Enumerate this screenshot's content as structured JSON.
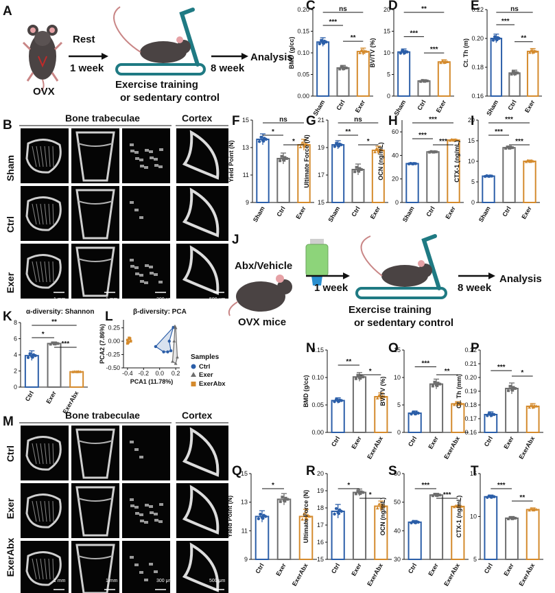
{
  "panels": {
    "A": {
      "letter": "A",
      "surgery": "OVX",
      "rest": "Rest",
      "rest_time": "1 week",
      "train1": "Exercise training",
      "train2": "or sedentary control",
      "duration": "8 week",
      "outcome": "Analysis"
    },
    "B": {
      "letter": "B",
      "trab_header": "Bone trabeculae",
      "cortex_header": "Cortex",
      "rows": [
        "Sham",
        "Ctrl",
        "Exer"
      ],
      "scale": [
        "1 mm",
        "1 mm",
        "300 μm",
        "500 μm"
      ]
    },
    "J": {
      "letter": "J",
      "treatment": "Abx/Vehicle",
      "subject": "OVX mice",
      "rest_time": "1 week",
      "train1": "Exercise training",
      "train2": "or sedentary control",
      "duration": "8 week",
      "outcome": "Analysis"
    },
    "K": {
      "letter": "K",
      "title": "α-diversity: Shannon"
    },
    "L": {
      "letter": "L",
      "title": "β-diversity: PCA",
      "legend_title": "Samples",
      "legend": [
        "Ctrl",
        "Exer",
        "ExerAbx"
      ]
    },
    "M": {
      "letter": "M",
      "trab_header": "Bone trabeculae",
      "cortex_header": "Cortex",
      "rows": [
        "Ctrl",
        "Exer",
        "ExerAbx"
      ],
      "scale": [
        "1 mm",
        "1 mm",
        "300 μm",
        "500 μm"
      ]
    }
  },
  "colors": {
    "blue": "#2b5ea8",
    "gray": "#6d6d6d",
    "orange": "#d48a2c",
    "track": "#1f7a83"
  },
  "chart_data": [
    {
      "id": "C",
      "type": "bar",
      "ylabel": "BMD (g/cc)",
      "categories": [
        "Sham",
        "Ctrl",
        "Exer"
      ],
      "values": [
        0.125,
        0.065,
        0.103
      ],
      "errors": [
        0.01,
        0.006,
        0.008
      ],
      "ylim": [
        0,
        0.2
      ],
      "yticks": [
        "0.00",
        "0.05",
        "0.10",
        "0.15",
        "0.20"
      ],
      "sig": [
        {
          "a": 0,
          "b": 1,
          "t": "***"
        },
        {
          "a": 1,
          "b": 2,
          "t": "**"
        },
        {
          "a": 0,
          "b": 2,
          "t": "ns"
        }
      ]
    },
    {
      "id": "D",
      "type": "bar",
      "ylabel": "BV/TV (%)",
      "categories": [
        "Sham",
        "Ctrl",
        "Exer"
      ],
      "values": [
        10.2,
        3.5,
        7.9
      ],
      "errors": [
        0.7,
        0.3,
        0.5
      ],
      "ylim": [
        0,
        20
      ],
      "yticks": [
        "0",
        "5",
        "10",
        "15",
        "20"
      ],
      "sig": [
        {
          "a": 0,
          "b": 1,
          "t": "***"
        },
        {
          "a": 1,
          "b": 2,
          "t": "***"
        },
        {
          "a": 0,
          "b": 2,
          "t": "**"
        }
      ]
    },
    {
      "id": "E",
      "type": "bar",
      "ylabel": "Ct. Th (m)",
      "categories": [
        "Sham",
        "Ctrl",
        "Exer"
      ],
      "values": [
        0.2,
        0.176,
        0.191
      ],
      "errors": [
        0.003,
        0.002,
        0.002
      ],
      "ylim": [
        0.16,
        0.22
      ],
      "yticks": [
        "0.16",
        "0.18",
        "0.20",
        "0.22"
      ],
      "sig": [
        {
          "a": 0,
          "b": 1,
          "t": "***"
        },
        {
          "a": 1,
          "b": 2,
          "t": "**"
        },
        {
          "a": 0,
          "b": 2,
          "t": "ns"
        }
      ]
    },
    {
      "id": "F",
      "type": "bar",
      "ylabel": "Yield Point (N)",
      "categories": [
        "Sham",
        "Ctrl",
        "Exer"
      ],
      "values": [
        13.6,
        12.2,
        13.2
      ],
      "errors": [
        0.4,
        0.4,
        0.4
      ],
      "ylim": [
        9,
        15
      ],
      "yticks": [
        "9",
        "11",
        "13",
        "15"
      ],
      "sig": [
        {
          "a": 0,
          "b": 1,
          "t": "*"
        },
        {
          "a": 1,
          "b": 2,
          "t": "*"
        },
        {
          "a": 0,
          "b": 2,
          "t": "ns"
        }
      ]
    },
    {
      "id": "G",
      "type": "bar",
      "ylabel": "Ultimate Force (N)",
      "categories": [
        "Sham",
        "Ctrl",
        "Exer"
      ],
      "values": [
        19.2,
        17.4,
        18.8
      ],
      "errors": [
        0.3,
        0.4,
        0.3
      ],
      "ylim": [
        15,
        21
      ],
      "yticks": [
        "15",
        "17",
        "19",
        "21"
      ],
      "sig": [
        {
          "a": 0,
          "b": 1,
          "t": "**"
        },
        {
          "a": 1,
          "b": 2,
          "t": "*"
        },
        {
          "a": 0,
          "b": 2,
          "t": "ns"
        }
      ]
    },
    {
      "id": "H",
      "type": "bar",
      "ylabel": "OCN (ng/mL)",
      "categories": [
        "Sham",
        "Ctrl",
        "Exer"
      ],
      "values": [
        33,
        43,
        53
      ],
      "errors": [
        0.6,
        0.7,
        0.8
      ],
      "ylim": [
        0,
        70
      ],
      "yticks": [
        "0",
        "20",
        "40",
        "60"
      ],
      "sig": [
        {
          "a": 0,
          "b": 1,
          "t": "***"
        },
        {
          "a": 1,
          "b": 2,
          "t": "***"
        },
        {
          "a": 0,
          "b": 2,
          "t": "***"
        }
      ]
    },
    {
      "id": "I",
      "type": "bar",
      "ylabel": "CTX-1 (ng/mL)",
      "categories": [
        "Sham",
        "Ctrl",
        "Exer"
      ],
      "values": [
        6.4,
        13.3,
        10.0
      ],
      "errors": [
        0.2,
        0.4,
        0.3
      ],
      "ylim": [
        0,
        20
      ],
      "yticks": [
        "0",
        "5",
        "10",
        "15",
        "20"
      ],
      "sig": [
        {
          "a": 0,
          "b": 1,
          "t": "***"
        },
        {
          "a": 1,
          "b": 2,
          "t": "***"
        },
        {
          "a": 0,
          "b": 2,
          "t": "***"
        }
      ]
    },
    {
      "id": "K",
      "type": "bar",
      "ylabel": "",
      "categories": [
        "Ctrl",
        "Exer",
        "ExerAbx"
      ],
      "values": [
        3.9,
        5.4,
        1.9
      ],
      "errors": [
        0.6,
        0.2,
        0.05
      ],
      "ylim": [
        0,
        8
      ],
      "yticks": [
        "0",
        "2",
        "4",
        "6",
        "8"
      ],
      "sig": [
        {
          "a": 0,
          "b": 1,
          "t": "*"
        },
        {
          "a": 1,
          "b": 2,
          "t": "***"
        },
        {
          "a": 0,
          "b": 2,
          "t": "**"
        }
      ]
    },
    {
      "id": "L",
      "type": "scatter",
      "xlabel": "PCA1 (11.78%)",
      "ylabel": "PCA2 (7.86%)",
      "xlim": [
        -0.45,
        0.25
      ],
      "ylim": [
        -0.5,
        0.4
      ],
      "xticks": [
        "-0.4",
        "-0.2",
        "0.0",
        "0.2"
      ],
      "yticks": [
        "-0.50",
        "-0.25",
        "0.00",
        "0.25"
      ],
      "series": [
        {
          "name": "Ctrl",
          "points": [
            [
              0.05,
              -0.2
            ],
            [
              0.1,
              -0.2
            ],
            [
              0.14,
              -0.18
            ],
            [
              0.17,
              0.26
            ],
            [
              -0.05,
              -0.1
            ],
            [
              0.12,
              0.0
            ]
          ]
        },
        {
          "name": "Exer",
          "points": [
            [
              0.19,
              0.28
            ],
            [
              0.2,
              0.25
            ],
            [
              0.16,
              -0.38
            ],
            [
              0.2,
              -0.42
            ],
            [
              0.18,
              0.0
            ],
            [
              0.22,
              -0.3
            ]
          ]
        },
        {
          "name": "ExerAbx",
          "points": [
            [
              -0.4,
              0.02
            ],
            [
              -0.37,
              0.05
            ],
            [
              -0.39,
              -0.02
            ],
            [
              -0.36,
              0.0
            ],
            [
              -0.38,
              0.06
            ],
            [
              -0.4,
              -0.04
            ]
          ]
        }
      ]
    },
    {
      "id": "N",
      "type": "bar",
      "ylabel": "BMD (g/cc)",
      "categories": [
        "Ctrl",
        "Exer",
        "ExerAbx"
      ],
      "values": [
        0.058,
        0.101,
        0.065
      ],
      "errors": [
        0.005,
        0.008,
        0.007
      ],
      "ylim": [
        0,
        0.15
      ],
      "yticks": [
        "0.00",
        "0.05",
        "0.10",
        "0.15"
      ],
      "sig": [
        {
          "a": 0,
          "b": 1,
          "t": "**"
        },
        {
          "a": 1,
          "b": 2,
          "t": "*"
        }
      ]
    },
    {
      "id": "O",
      "type": "bar",
      "ylabel": "BV/TV (%)",
      "categories": [
        "Ctrl",
        "Exer",
        "ExerAbx"
      ],
      "values": [
        3.5,
        8.8,
        5.2
      ],
      "errors": [
        0.4,
        0.9,
        0.4
      ],
      "ylim": [
        0,
        15
      ],
      "yticks": [
        "0",
        "5",
        "10",
        "15"
      ],
      "sig": [
        {
          "a": 0,
          "b": 1,
          "t": "***"
        },
        {
          "a": 1,
          "b": 2,
          "t": "**"
        }
      ]
    },
    {
      "id": "P",
      "type": "bar",
      "ylabel": "Ct. Th (mm)",
      "categories": [
        "Ctrl",
        "Exer",
        "ExerAbx"
      ],
      "values": [
        0.173,
        0.192,
        0.179
      ],
      "errors": [
        0.002,
        0.004,
        0.002
      ],
      "ylim": [
        0.16,
        0.22
      ],
      "yticks": [
        "0.16",
        "0.17",
        "0.18",
        "0.19",
        "0.20",
        "0.21",
        "0.22"
      ],
      "sig": [
        {
          "a": 0,
          "b": 1,
          "t": "***"
        },
        {
          "a": 1,
          "b": 2,
          "t": "*"
        }
      ]
    },
    {
      "id": "Q",
      "type": "bar",
      "ylabel": "Yield Point (N)",
      "categories": [
        "Ctrl",
        "Exer",
        "ExerAbx"
      ],
      "values": [
        12.0,
        13.2,
        12.0
      ],
      "errors": [
        0.4,
        0.4,
        0.5
      ],
      "ylim": [
        9,
        15
      ],
      "yticks": [
        "9",
        "11",
        "13",
        "15"
      ],
      "sig": [
        {
          "a": 0,
          "b": 1,
          "t": "*"
        }
      ]
    },
    {
      "id": "R",
      "type": "bar",
      "ylabel": "Ultimate Force (N)",
      "categories": [
        "Ctrl",
        "Exer",
        "ExerAbx"
      ],
      "values": [
        17.8,
        18.9,
        18.1
      ],
      "errors": [
        0.4,
        0.2,
        0.3
      ],
      "ylim": [
        15,
        20
      ],
      "yticks": [
        "15",
        "16",
        "17",
        "18",
        "19",
        "20"
      ],
      "sig": [
        {
          "a": 0,
          "b": 1,
          "t": "*"
        },
        {
          "a": 1,
          "b": 2,
          "t": "*"
        }
      ]
    },
    {
      "id": "S",
      "type": "bar",
      "ylabel": "OCN (ng/mL)",
      "categories": [
        "Ctrl",
        "Exer",
        "ExerAbx"
      ],
      "values": [
        43.0,
        52.5,
        48.5
      ],
      "errors": [
        0.6,
        0.6,
        0.4
      ],
      "ylim": [
        30,
        60
      ],
      "yticks": [
        "30",
        "40",
        "50",
        "60"
      ],
      "sig": [
        {
          "a": 0,
          "b": 1,
          "t": "***"
        },
        {
          "a": 1,
          "b": 2,
          "t": "***"
        }
      ]
    },
    {
      "id": "T",
      "type": "bar",
      "ylabel": "CTX-1 (ng/mL)",
      "categories": [
        "Ctrl",
        "Exer",
        "ExerAbx"
      ],
      "values": [
        12.3,
        9.8,
        10.8
      ],
      "errors": [
        0.2,
        0.2,
        0.2
      ],
      "ylim": [
        5,
        15
      ],
      "yticks": [
        "5",
        "10",
        "15"
      ],
      "sig": [
        {
          "a": 0,
          "b": 1,
          "t": "***"
        },
        {
          "a": 1,
          "b": 2,
          "t": "**"
        }
      ]
    }
  ]
}
